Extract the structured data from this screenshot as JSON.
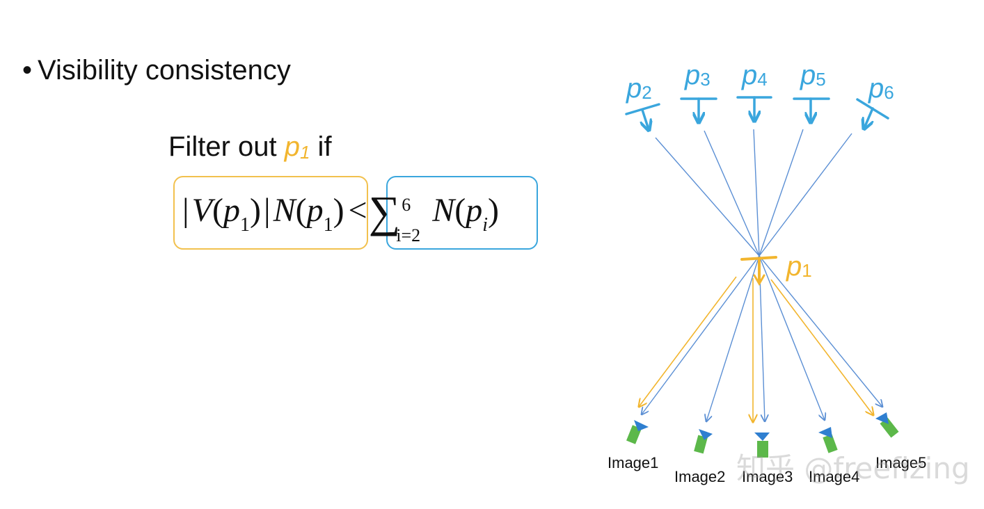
{
  "bullet": {
    "symbol": "•",
    "text": "Visibility consistency"
  },
  "filter": {
    "prefix": "Filter out ",
    "p_letter": "p",
    "p_sub": "1",
    "suffix": " if"
  },
  "formula": {
    "left": {
      "bar1": "|",
      "V": "V",
      "paren_open": "(",
      "p": "p",
      "sub1": "1",
      "paren_close": ")",
      "bar2": "|",
      "N": "N",
      "paren_open2": "(",
      "p2": "p",
      "sub2": "1",
      "paren_close2": ")"
    },
    "lt": "<",
    "right": {
      "sigma": "∑",
      "upper": "6",
      "lower": "i=2",
      "N": "N",
      "paren_open": "(",
      "p": "p",
      "sub": "i",
      "paren_close": ")"
    }
  },
  "diagram": {
    "colors": {
      "blue": "#3aa6dd",
      "ray_blue": "#5b8fd4",
      "yellow": "#f2b52e",
      "camera_body": "#5cb84a",
      "camera_lens": "#2f7fd0"
    },
    "top_points": [
      {
        "letter": "p",
        "sub": "2"
      },
      {
        "letter": "p",
        "sub": "3"
      },
      {
        "letter": "p",
        "sub": "4"
      },
      {
        "letter": "p",
        "sub": "5"
      },
      {
        "letter": "p",
        "sub": "6"
      }
    ],
    "center_point": {
      "letter": "p",
      "sub": "1"
    },
    "images": [
      "Image1",
      "Image2",
      "Image3",
      "Image4",
      "Image5"
    ]
  },
  "watermark": "知乎 @freefizing"
}
